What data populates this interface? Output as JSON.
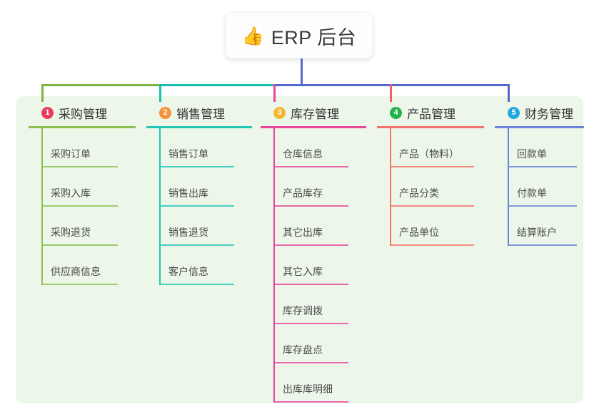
{
  "root": {
    "icon": "thumbs-up-icon",
    "emoji": "👍",
    "title": "ERP 后台"
  },
  "theme": {
    "panel_background": "#edf7e9",
    "page_background": "#ffffff",
    "card_background": "#fdfdfd",
    "title_text_color": "#3a3a3a",
    "root_stem_color": "#5566cc"
  },
  "connectors": {
    "bar_segments": [
      {
        "name": "green-segment",
        "color": "#7cb342"
      },
      {
        "name": "teal-segment",
        "color": "#17bfae"
      },
      {
        "name": "blue-segment",
        "color": "#5566cc"
      }
    ],
    "drops": [
      {
        "name": "drop-1",
        "color": "#7cb342"
      },
      {
        "name": "drop-2",
        "color": "#17bfae"
      },
      {
        "name": "drop-3",
        "color": "#e8459b"
      },
      {
        "name": "drop-4",
        "color": "#f4625f"
      },
      {
        "name": "drop-5",
        "color": "#5566cc"
      }
    ]
  },
  "columns": [
    {
      "number": "1",
      "title": "采购管理",
      "badge_color": "#ec3a5e",
      "line_color": "#8cc152",
      "items": [
        {
          "label": "采购订单"
        },
        {
          "label": "采购入库"
        },
        {
          "label": "采购退货"
        },
        {
          "label": "供应商信息"
        }
      ]
    },
    {
      "number": "2",
      "title": "销售管理",
      "badge_color": "#f5903b",
      "line_color": "#26c6b6",
      "items": [
        {
          "label": "销售订单"
        },
        {
          "label": "销售出库"
        },
        {
          "label": "销售退货"
        },
        {
          "label": "客户信息"
        }
      ]
    },
    {
      "number": "3",
      "title": "库存管理",
      "badge_color": "#f5b731",
      "line_color": "#e8459b",
      "items": [
        {
          "label": "仓库信息"
        },
        {
          "label": "产品库存"
        },
        {
          "label": "其它出库"
        },
        {
          "label": "其它入库"
        },
        {
          "label": "库存调拨"
        },
        {
          "label": "库存盘点"
        },
        {
          "label": "出库库明细"
        }
      ]
    },
    {
      "number": "4",
      "title": "产品管理",
      "badge_color": "#22b14c",
      "line_color": "#f4736e",
      "items": [
        {
          "label": "产品（物料）"
        },
        {
          "label": "产品分类"
        },
        {
          "label": "产品单位"
        }
      ]
    },
    {
      "number": "5",
      "title": "财务管理",
      "badge_color": "#22a7e0",
      "line_color": "#6b83d8",
      "items": [
        {
          "label": "回款单"
        },
        {
          "label": "付款单"
        },
        {
          "label": "结算账户"
        }
      ]
    }
  ]
}
